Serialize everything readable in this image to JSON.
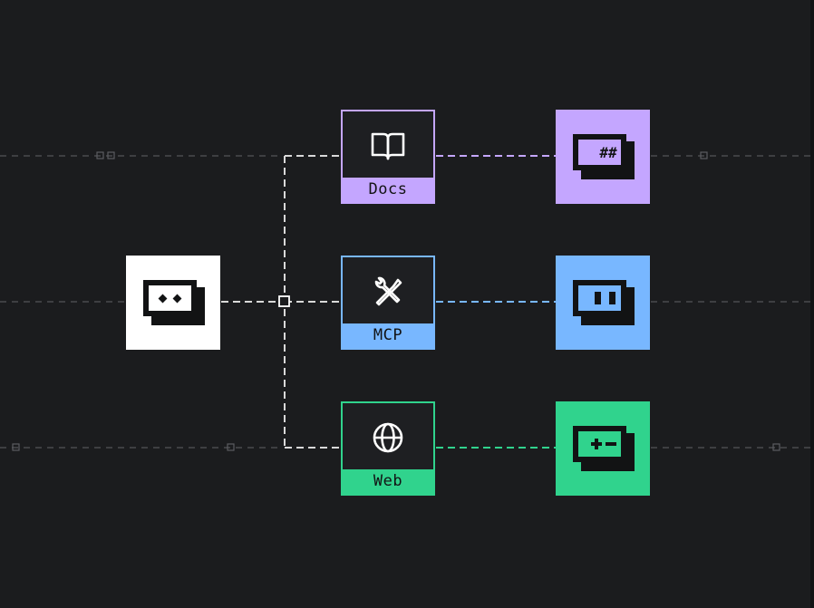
{
  "colors": {
    "background": "#1b1c1e",
    "docs": "#c4a6ff",
    "mcp": "#78b7ff",
    "web": "#30d38d",
    "source": "#ffffff",
    "wire": "#8a8b8e",
    "icon_dark": "#121314"
  },
  "source": {
    "icon": "chat-bubble-dots-icon"
  },
  "tools": [
    {
      "id": "docs",
      "label": "Docs",
      "icon": "open-book-icon"
    },
    {
      "id": "mcp",
      "label": "MCP",
      "icon": "wrench-screwdriver-icon"
    },
    {
      "id": "web",
      "label": "Web",
      "icon": "globe-icon"
    }
  ],
  "agents": [
    {
      "id": "docs",
      "icon": "terminal-hash-icon"
    },
    {
      "id": "mcp",
      "icon": "terminal-bars-icon"
    },
    {
      "id": "web",
      "icon": "terminal-plus-minus-icon"
    }
  ]
}
